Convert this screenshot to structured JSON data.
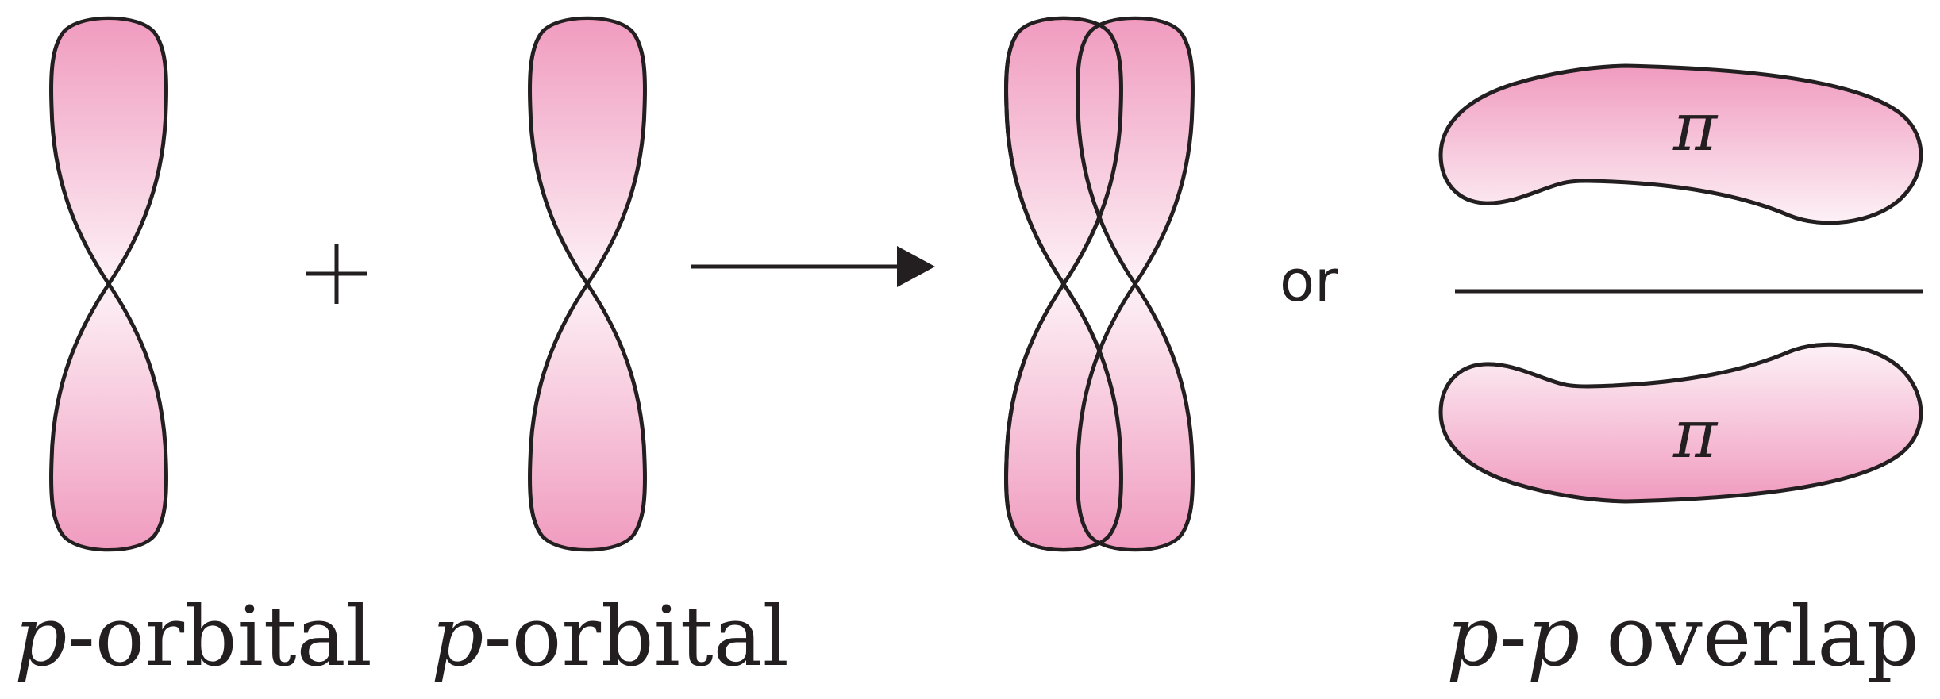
{
  "diagram": {
    "labels": {
      "first_orbital": {
        "italic": "p",
        "rest": "-orbital"
      },
      "second_orbital": {
        "italic": "p",
        "rest": "-orbital"
      },
      "overlap": {
        "italic1": "p",
        "dash": "-",
        "italic2": "p",
        "rest": " overlap"
      }
    },
    "plus_sign": "+",
    "or_text": "or",
    "pi_upper": "π",
    "pi_lower": "π",
    "colors": {
      "lobe_dark": "#f09bbf",
      "lobe_light": "#fdf1f6",
      "stroke": "#231f20"
    }
  }
}
